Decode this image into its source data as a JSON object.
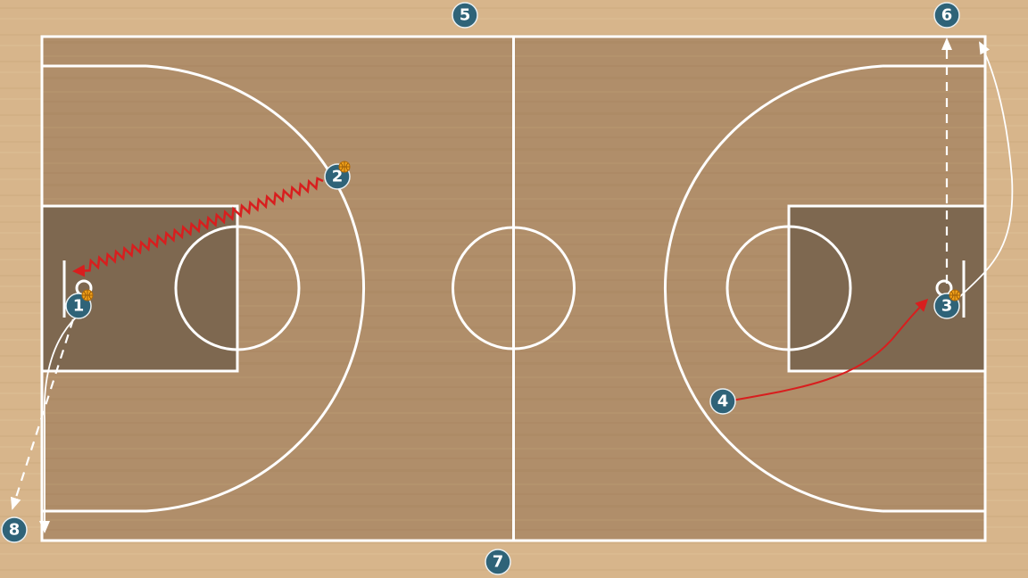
{
  "diagram": {
    "title": "",
    "colors": {
      "floor_outer": "#d7b58b",
      "floor_inner": "#b08e6a",
      "paint": "#7e6850",
      "lines": "#ffffff",
      "player_fill": "#2f6378",
      "dribble_arrow": "#d81e1e",
      "ball": "#f0a019"
    },
    "players": [
      {
        "id": "1",
        "label": "1",
        "has_ball": true
      },
      {
        "id": "2",
        "label": "2",
        "has_ball": true
      },
      {
        "id": "3",
        "label": "3",
        "has_ball": true
      },
      {
        "id": "4",
        "label": "4",
        "has_ball": false
      },
      {
        "id": "5",
        "label": "5",
        "has_ball": false
      },
      {
        "id": "6",
        "label": "6",
        "has_ball": false
      },
      {
        "id": "7",
        "label": "7",
        "has_ball": false
      },
      {
        "id": "8",
        "label": "8",
        "has_ball": false
      }
    ],
    "actions": [
      {
        "type": "dribble",
        "from": "2",
        "to": "1"
      },
      {
        "type": "movement",
        "from": "1",
        "to": "8"
      },
      {
        "type": "pass",
        "from": "1",
        "to": "8"
      },
      {
        "type": "movement",
        "from": "4",
        "to": "3"
      },
      {
        "type": "movement",
        "from": "3",
        "to": "6"
      },
      {
        "type": "pass",
        "from": "3",
        "to": "6"
      }
    ]
  }
}
